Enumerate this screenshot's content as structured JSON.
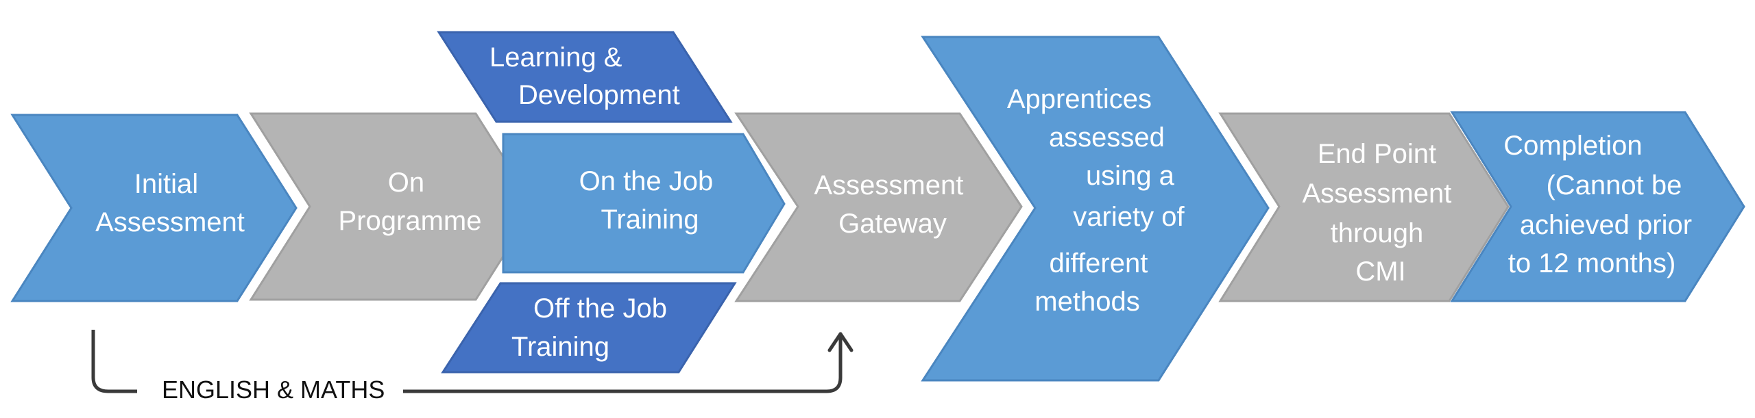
{
  "colors": {
    "light_blue": "#5b9bd5",
    "dark_blue": "#4472c4",
    "gray": "#b4b4b4",
    "text_light": "#ffffff",
    "arrow": "#3a3a3a"
  },
  "steps": {
    "initial_assessment": [
      "Initial",
      "Assessment"
    ],
    "on_programme": [
      "On",
      "Programme"
    ],
    "learning_development": [
      "Learning &",
      "Development"
    ],
    "on_the_job_training": [
      "On the Job",
      "Training"
    ],
    "off_the_job_training": [
      "Off the Job",
      "Training"
    ],
    "assessment_gateway": [
      "Assessment",
      "Gateway"
    ],
    "apprentices_assessed": [
      "Apprentices",
      "assessed",
      "using a",
      "variety of",
      "different",
      "methods"
    ],
    "end_point_assessment": [
      "End Point",
      "Assessment",
      "through",
      "CMI"
    ],
    "completion": [
      "Completion",
      "(Cannot be",
      "achieved prior",
      "to 12 months)"
    ]
  },
  "connector": {
    "label": "ENGLISH & MATHS"
  }
}
